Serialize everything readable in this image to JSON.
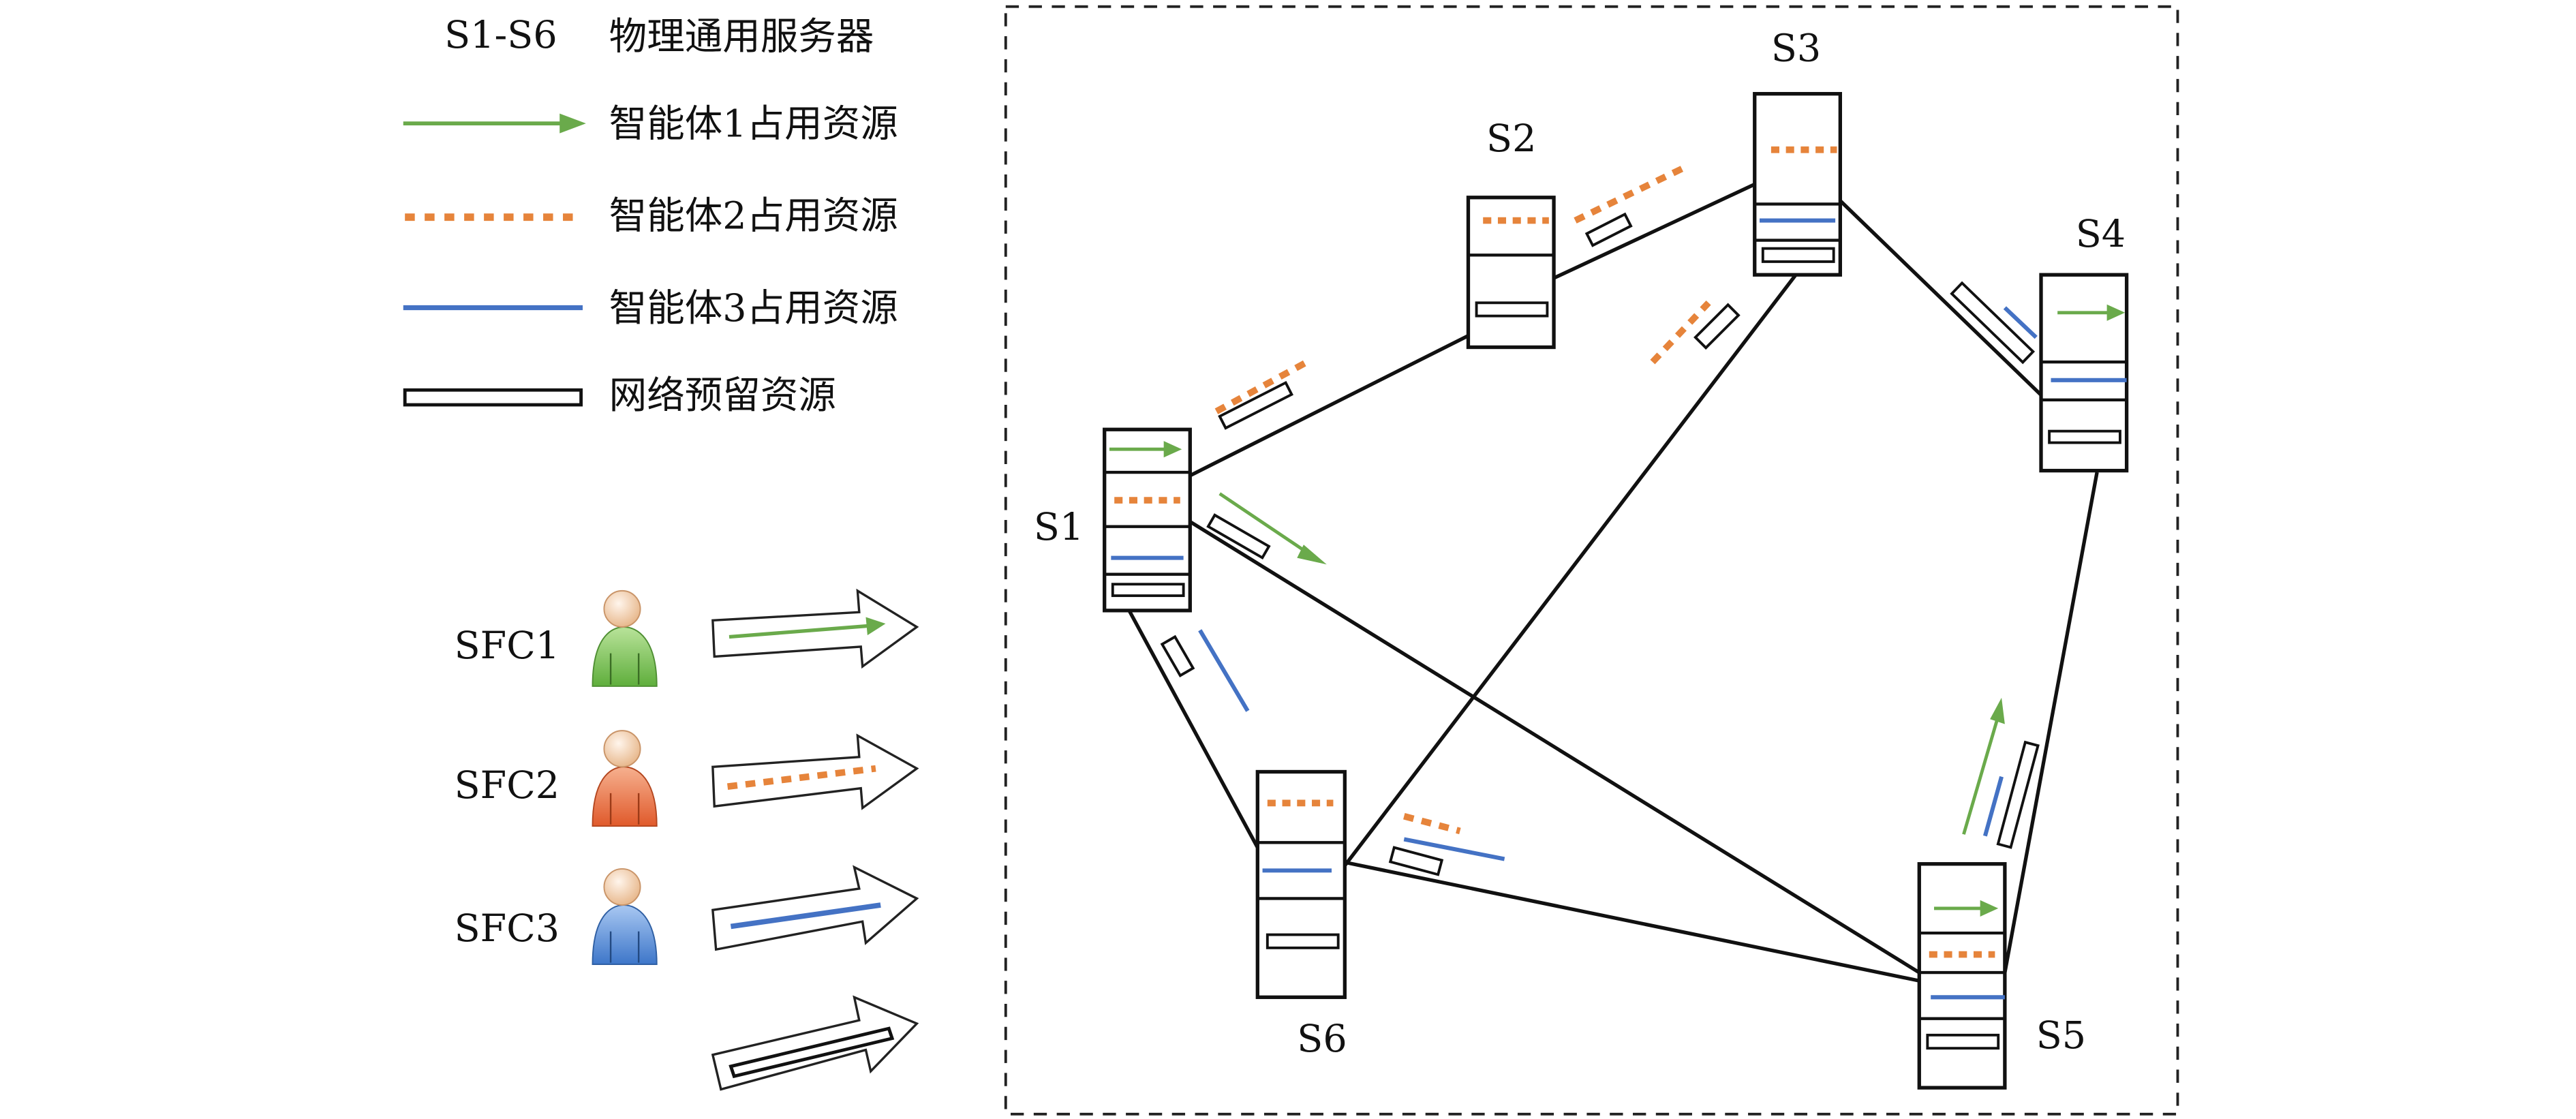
{
  "colors": {
    "agent1": "#6aaa4b",
    "agent2": "#e6843b",
    "agent3": "#4472c4",
    "line": "#111111",
    "frame": "#222222"
  },
  "legend": {
    "servers": {
      "key": "S1-S6",
      "label": "物理通用服务器"
    },
    "agent1": {
      "label": "智能体1占用资源",
      "icon": "green-arrow-icon"
    },
    "agent2": {
      "label": "智能体2占用资源",
      "icon": "orange-dashed-line-icon"
    },
    "agent3": {
      "label": "智能体3占用资源",
      "icon": "blue-line-icon"
    },
    "reserved": {
      "label": "网络预留资源",
      "icon": "reserved-bar-icon"
    }
  },
  "sfcs": [
    {
      "label": "SFC1",
      "color": "#6aaa4b",
      "icon": "user-icon-green"
    },
    {
      "label": "SFC2",
      "color": "#e6843b",
      "icon": "user-icon-orange"
    },
    {
      "label": "SFC3",
      "color": "#4472c4",
      "icon": "user-icon-blue"
    }
  ],
  "servers": [
    {
      "id": "S1",
      "label": "S1"
    },
    {
      "id": "S2",
      "label": "S2"
    },
    {
      "id": "S3",
      "label": "S3"
    },
    {
      "id": "S4",
      "label": "S4"
    },
    {
      "id": "S5",
      "label": "S5"
    },
    {
      "id": "S6",
      "label": "S6"
    }
  ],
  "links": [
    [
      "S1",
      "S2"
    ],
    [
      "S2",
      "S3"
    ],
    [
      "S3",
      "S4"
    ],
    [
      "S4",
      "S5"
    ],
    [
      "S1",
      "S6"
    ],
    [
      "S1",
      "S5"
    ],
    [
      "S6",
      "S5"
    ],
    [
      "S3",
      "S6"
    ]
  ]
}
